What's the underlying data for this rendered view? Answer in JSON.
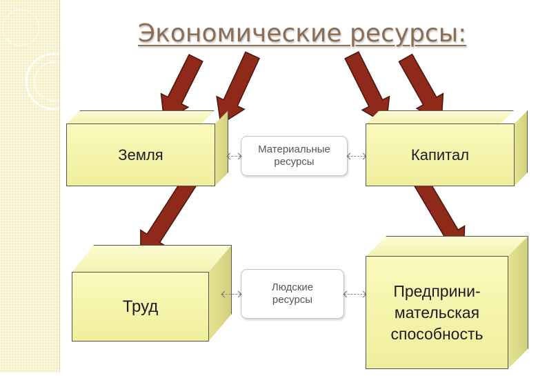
{
  "title": "Экономические ресурсы:",
  "resources": {
    "land": "Земля",
    "capital": "Капитал",
    "labor": "Труд",
    "entrepreneurship": "Предприни-\nмательская\nспособность"
  },
  "groups": {
    "material": "Материальные\nресурсы",
    "human": "Людские\nресурсы"
  },
  "colors": {
    "arrow": "#8f2a1a",
    "box_face": "#f6f4aa",
    "title": "#8b6e54"
  }
}
